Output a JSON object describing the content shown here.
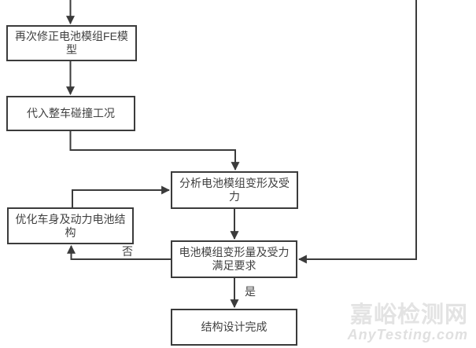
{
  "flowchart": {
    "type": "flowchart",
    "nodes": [
      {
        "id": "refine-fe-model",
        "label": "再次修正电池模组FE模\n型"
      },
      {
        "id": "apply-vehicle-crash-condition",
        "label": "代入整车碰撞工况"
      },
      {
        "id": "analyze-module-deformation-force",
        "label": "分析电池模组变形及受\n力"
      },
      {
        "id": "optimize-body-battery-structure",
        "label": "优化车身及动力电池结\n构"
      },
      {
        "id": "deformation-force-meets-requirement",
        "label": "电池模组变形量及受力\n满足要求"
      },
      {
        "id": "structure-design-complete",
        "label": "结构设计完成"
      }
    ],
    "edge_labels": {
      "no": "否",
      "yes": "是"
    },
    "colors": {
      "line": "#3b3b3b",
      "node_border": "#3b3b3b",
      "node_text": "#404040",
      "background": "#ffffff"
    }
  },
  "watermark": {
    "site_name": "嘉峪检测网",
    "site_url": "AnyTesting.com",
    "color": "#e3e3e3"
  }
}
